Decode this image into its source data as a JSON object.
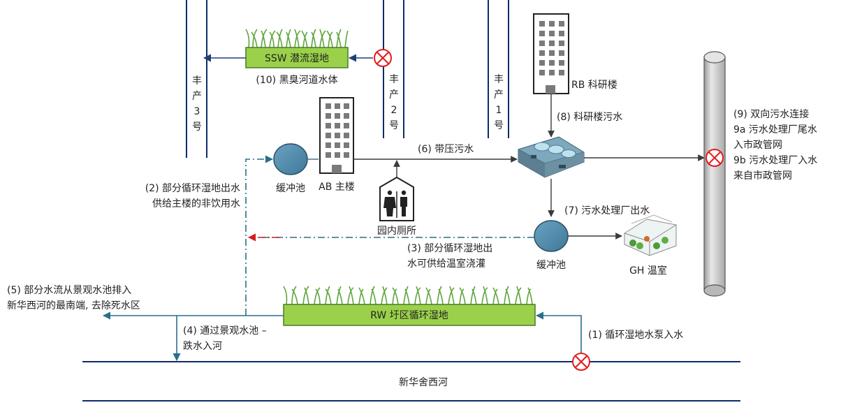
{
  "river": {
    "name": "新华舍西河"
  },
  "channels": {
    "fc3": "丰产3号",
    "fc2": "丰产2号",
    "fc1": "丰产1号"
  },
  "ssw": {
    "label": "SSW 潜流湿地",
    "caption": "(10) 黑臭河道水体"
  },
  "rw": {
    "label": "RW 圩区循环湿地"
  },
  "buildings": {
    "ab": "AB 主楼",
    "rb": "RB 科研楼",
    "toilet": "园内厕所",
    "gh": "GH 温室"
  },
  "buffers": {
    "upper": "缓冲池",
    "lower": "缓冲池"
  },
  "flows": {
    "f1": "(1) 循环湿地水泵入水",
    "f2": [
      "(2) 部分循环湿地出水",
      "供给主楼的非饮用水"
    ],
    "f3": [
      "(3) 部分循环湿地出",
      "水可供给温室浇灌"
    ],
    "f4": [
      "(4) 通过景观水池 –",
      "跌水入河"
    ],
    "f5": [
      "(5) 部分水流从景观水池排入",
      "新华西河的最南端, 去除死水区"
    ],
    "f6": "(6) 带压污水",
    "f7": "(7) 污水处理厂出水",
    "f8": "(8) 科研楼污水",
    "f9": [
      "(9) 双向污水连接",
      "9a 污水处理厂尾水",
      "入市政管网",
      "9b 污水处理厂入水",
      "来自市政管网"
    ]
  },
  "colors": {
    "navy": "#0d2b6b",
    "flow_arrow": "#1f3f7a",
    "teal_line": "#2a6f8a",
    "buffer_fill": "#4a86a8",
    "wetland_fill": "#9bd14a",
    "valve_red": "#e31b1b",
    "return_red": "#d21e1e",
    "pipe_grey": "#c6c6c6"
  },
  "icons": [
    "valve-icon",
    "grass-icon",
    "building-icon",
    "toilet-icon",
    "greenhouse-icon",
    "treatment-plant-icon"
  ]
}
